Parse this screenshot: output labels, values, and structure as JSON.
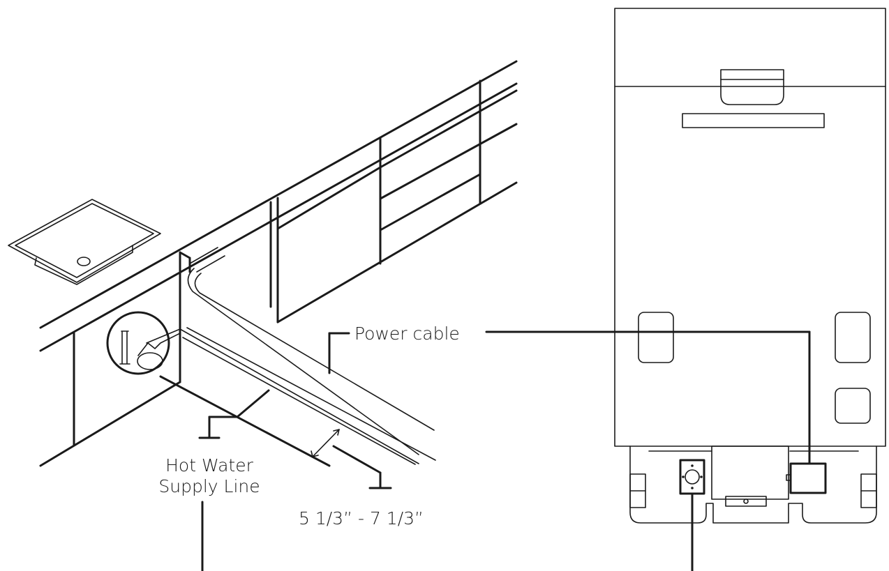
{
  "labels": {
    "power_cable": "Power cable",
    "hot_water_line1": "Hot Water",
    "hot_water_line2": "Supply Line",
    "clearance": "5 1/3” - 7 1/3”"
  },
  "colors": {
    "line": "#1a1a1a",
    "background": "#ffffff"
  }
}
